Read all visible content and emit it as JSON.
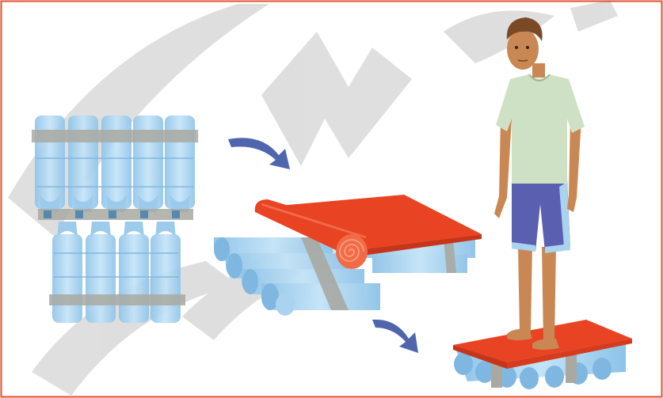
{
  "illustration": {
    "steps": [
      {
        "id": "bottles-bundled"
      },
      {
        "id": "mat-rolled-over-bottles"
      },
      {
        "id": "person-standing-on-raft"
      }
    ],
    "watermark": {
      "text": "MO"
    },
    "colors": {
      "frame": "#e0522d",
      "bottle": "#a9d3ef",
      "bottle_dark": "#7fb7e0",
      "tape": "#a9a9a2",
      "mat": "#e84322",
      "mat_dark": "#c7341a",
      "arrow": "#4f65ad",
      "shirt": "#cfe1c4",
      "shorts": "#5b5fb0",
      "skin": "#c98853",
      "hair": "#7a4a27"
    }
  }
}
